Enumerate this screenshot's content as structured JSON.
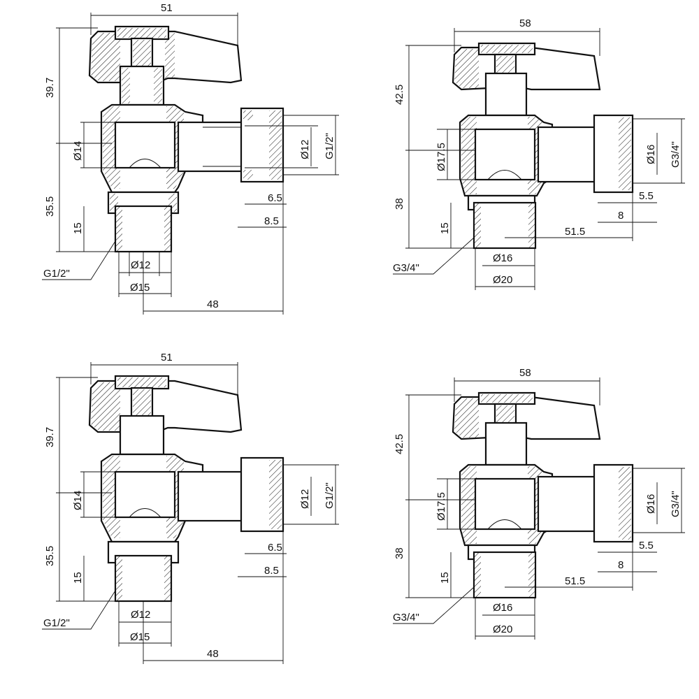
{
  "views": [
    {
      "name": "valve-1/2-top",
      "dims": {
        "top_width": "51",
        "height_upper": "39.7",
        "height_lower": "35.5",
        "thread_len": "15",
        "bore_horizontal": "Ø14",
        "bore_side": "Ø12",
        "side_thread": "G1/2\"",
        "nut_a": "6.5",
        "nut_b": "8.5",
        "bottom_inner": "Ø12",
        "bottom_outer": "Ø15",
        "bottom_thread": "G1/2\"",
        "span": "48"
      }
    },
    {
      "name": "valve-3/4-top",
      "dims": {
        "top_width": "58",
        "height_upper": "42.5",
        "height_lower": "38",
        "thread_len": "15",
        "bore_horizontal": "Ø17.5",
        "bore_side": "Ø16",
        "side_thread": "G3/4\"",
        "nut_a": "5.5",
        "nut_b": "8",
        "bottom_inner": "Ø16",
        "bottom_outer": "Ø20",
        "bottom_thread": "G3/4\"",
        "span": "51.5"
      }
    },
    {
      "name": "valve-1/2-bottom",
      "dims": {
        "top_width": "51",
        "height_upper": "39.7",
        "height_lower": "35.5",
        "thread_len": "15",
        "bore_horizontal": "Ø14",
        "bore_side": "Ø12",
        "side_thread": "G1/2\"",
        "nut_a": "6.5",
        "nut_b": "8.5",
        "bottom_inner": "Ø12",
        "bottom_outer": "Ø15",
        "bottom_thread": "G1/2\"",
        "span": "48"
      }
    },
    {
      "name": "valve-3/4-bottom",
      "dims": {
        "top_width": "58",
        "height_upper": "42.5",
        "height_lower": "38",
        "thread_len": "15",
        "bore_horizontal": "Ø17.5",
        "bore_side": "Ø16",
        "side_thread": "G3/4\"",
        "nut_a": "5.5",
        "nut_b": "8",
        "bottom_inner": "Ø16",
        "bottom_outer": "Ø20",
        "bottom_thread": "G3/4\"",
        "span": "51.5"
      }
    }
  ]
}
